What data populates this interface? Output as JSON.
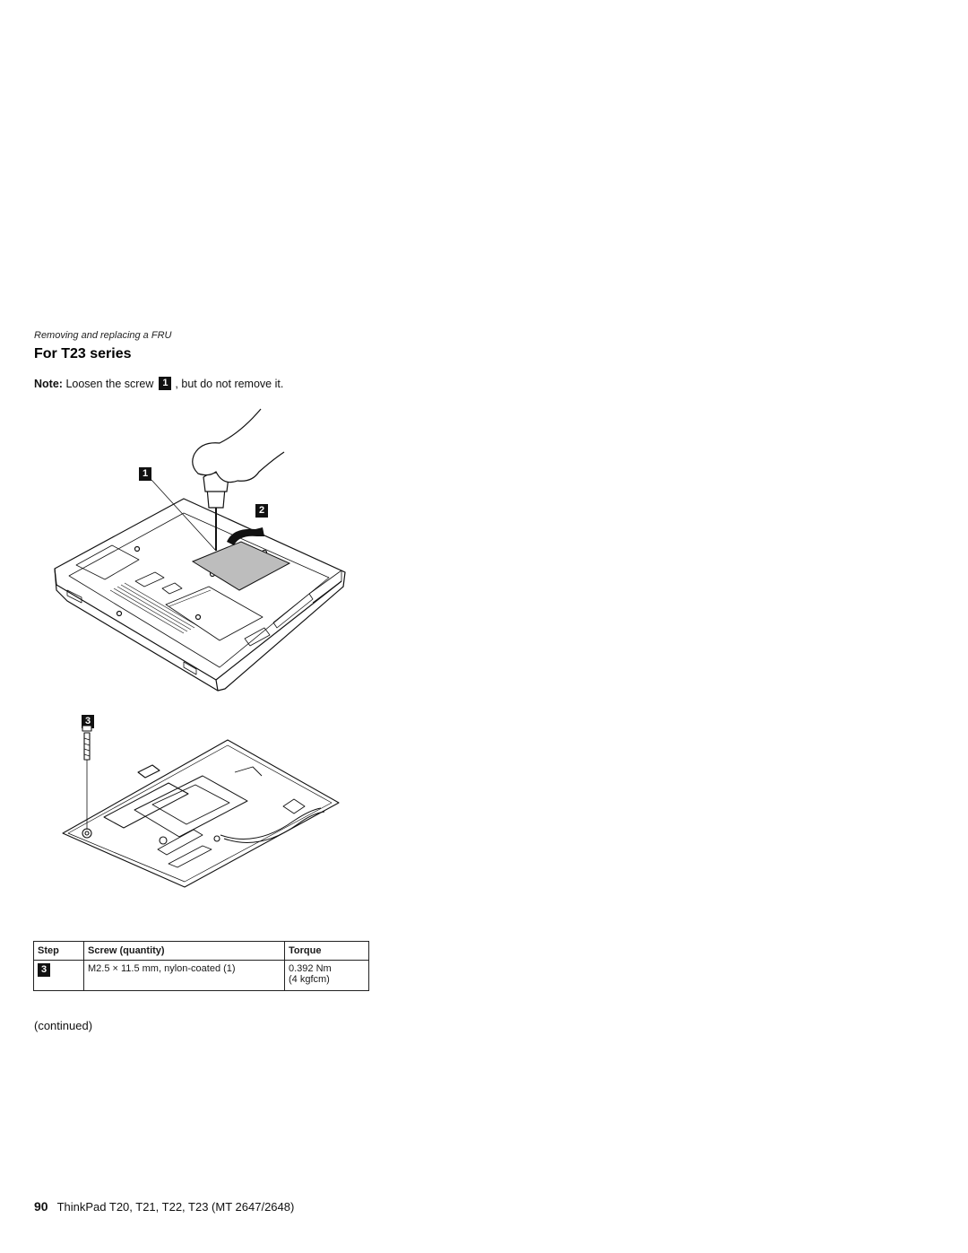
{
  "header": {
    "caption": "Removing and replacing a FRU"
  },
  "section": {
    "title": "For T23 series"
  },
  "note": {
    "label": "Note:",
    "text_before": "Loosen the screw",
    "callout": "1",
    "text_after": ", but do not remove it."
  },
  "figure": {
    "callouts": [
      "1",
      "2",
      "3"
    ]
  },
  "table": {
    "headers": [
      "Step",
      "Screw (quantity)",
      "Torque"
    ],
    "rows": [
      {
        "step": "3",
        "screw": "M2.5 × 11.5 mm, nylon-coated (1)",
        "torque_line1": "0.392 Nm",
        "torque_line2": "(4 kgfcm)"
      }
    ]
  },
  "continued": "(continued)",
  "footer": {
    "page_number": "90",
    "title": "ThinkPad T20, T21, T22, T23 (MT 2647/2648)"
  }
}
